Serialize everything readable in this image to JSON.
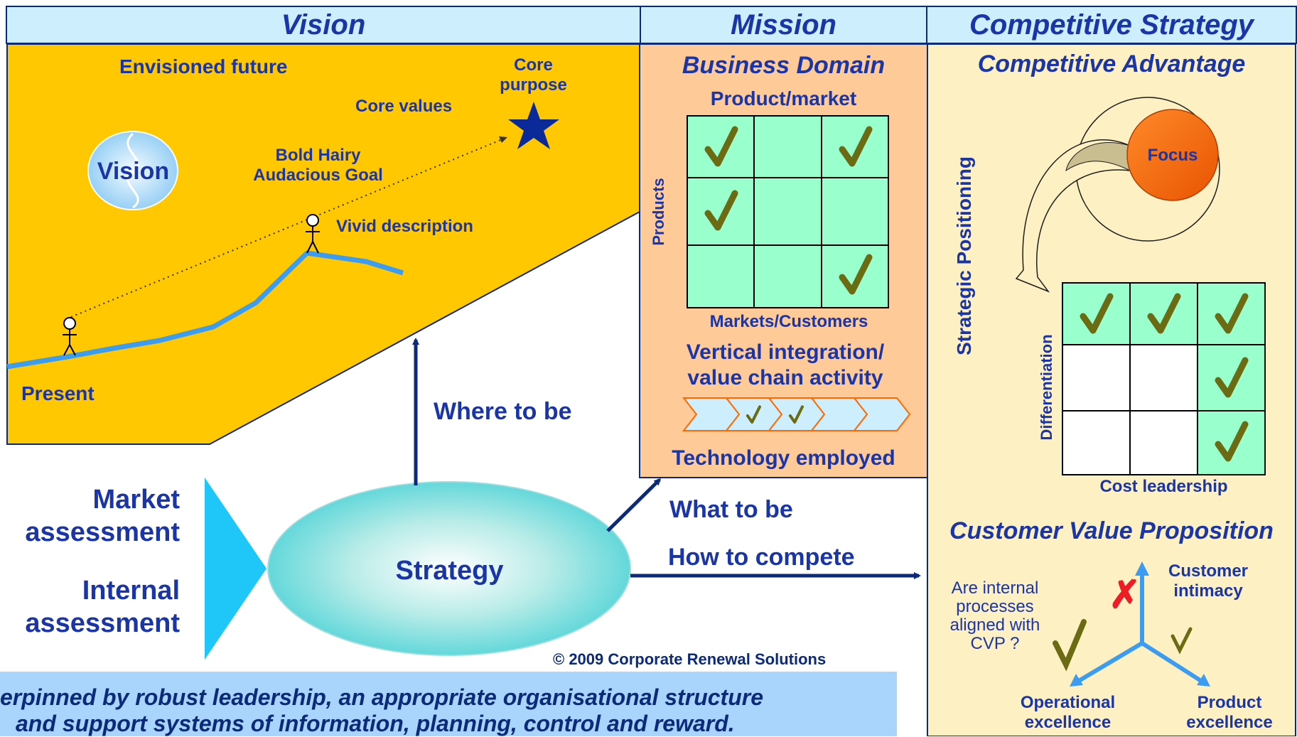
{
  "headers": {
    "vision": "Vision",
    "mission": "Mission",
    "competitive_strategy": "Competitive Strategy"
  },
  "vision_panel": {
    "envisioned_future": "Envisioned future",
    "core_purpose": "Core purpose",
    "core_values": "Core values",
    "bhag": "Bold Hairy Audacious Goal",
    "vivid_description": "Vivid description",
    "present": "Present",
    "vision_bubble": "Vision"
  },
  "mission_panel": {
    "business_domain": "Business Domain",
    "product_market": "Product/market",
    "products_axis": "Products",
    "markets_axis": "Markets/Customers",
    "grid_checks": [
      [
        1,
        0,
        1
      ],
      [
        1,
        0,
        0
      ],
      [
        0,
        0,
        1
      ]
    ],
    "vertical_integration": "Vertical integration/ value chain activity",
    "chain_checks": [
      0,
      1,
      1,
      0,
      0
    ],
    "technology": "Technology employed"
  },
  "competitive_panel": {
    "competitive_advantage": "Competitive Advantage",
    "focus": "Focus",
    "strategic_positioning": "Strategic Positioning",
    "differentiation": "Differentiation",
    "cost_leadership": "Cost leadership",
    "grid_checks": [
      [
        1,
        1,
        1
      ],
      [
        0,
        0,
        1
      ],
      [
        0,
        0,
        1
      ]
    ],
    "customer_value_proposition": "Customer Value Proposition",
    "question": "Are internal processes aligned with CVP ?",
    "customer_intimacy": "Customer intimacy",
    "operational_excellence": "Operational excellence",
    "product_excellence": "Product excellence"
  },
  "center": {
    "market_assessment": "Market assessment",
    "internal_assessment": "Internal assessment",
    "strategy": "Strategy",
    "where_to_be": "Where to be",
    "what_to_be": "What to be",
    "how_to_compete": "How to compete",
    "copyright": "© 2009 Corporate Renewal Solutions"
  },
  "footer": {
    "line1": "erpinned by robust leadership, an appropriate organisational structure",
    "line2": "and support systems of information, planning, control and reward."
  },
  "colors": {
    "header_bg": "#cdeefd",
    "header_text": "#1a35a8",
    "vision_bg": "#ffc800",
    "mission_bg": "#fdca98",
    "competitive_bg": "#fdf0c3",
    "grid_cell": "#99ffcc",
    "check": "#6b6b14",
    "path": "#3b9cf0",
    "focus": "#ff6600",
    "footer_bg": "#a9d4fb",
    "arrow": "#0b2a7a"
  }
}
